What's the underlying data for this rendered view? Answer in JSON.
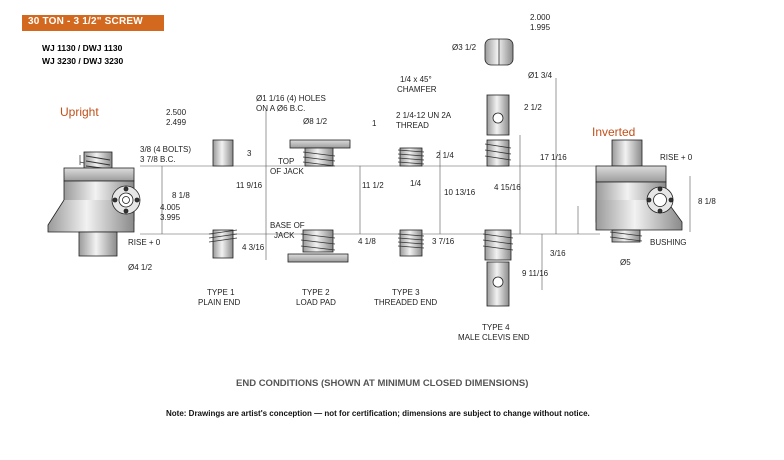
{
  "header": {
    "title": "30 TON - 3 1/2\" SCREW",
    "models": [
      "WJ 1130 / DWJ 1130",
      "WJ 3230 / DWJ 3230"
    ],
    "accent_color": "#d2691e"
  },
  "views": {
    "upright": "Upright",
    "inverted": "Inverted"
  },
  "dims": {
    "shaft_od_max": "2.500",
    "shaft_od_min": "2.499",
    "dia_small": "Ø3 1/2",
    "width_max": "2.000",
    "width_min": "1.995",
    "dia_13_4": "Ø1 3/4",
    "bolts": "3/8 (4 BOLTS)",
    "bc": "3 7/8 B.C.",
    "h3": "3",
    "holes_l1": "Ø1 1/16 (4) HOLES",
    "holes_l2": "ON A Ø6 B.C.",
    "pad_dia": "Ø8 1/2",
    "pad_1": "1",
    "thread_l1": "2 1/4-12 UN 2A",
    "thread_l2": "THREAD",
    "chamfer_l1": "1/4  x 45°",
    "chamfer_l2": "CHAMFER",
    "clevis_2_1_2": "2 1/2",
    "top_of_jack_1": "TOP",
    "top_of_jack_2": "OF JACK",
    "d_11_9_16": "11 9/16",
    "d_11_1_2": "11 1/2",
    "d_2_1_4": "2 1/4",
    "d_1_4": "1/4",
    "d_10_13_16": "10 13/16",
    "d_4_15_16": "4 15/16",
    "d_17_1_16": "17 1/16",
    "d_8_1_8": "8 1/8",
    "base_max": "4.005",
    "base_min": "3.995",
    "base_of_jack_1": "BASE OF",
    "base_of_jack_2": "JACK",
    "rise": "RISE + 0",
    "dia_4_1_2": "Ø4 1/2",
    "d_4_3_16": "4 3/16",
    "d_4_1_8": "4 1/8",
    "d_3_7_16": "3 7/16",
    "d_3_16": "3/16",
    "d_9_11_16": "9 11/16",
    "dia_5": "Ø5",
    "bushing": "BUSHING"
  },
  "types": [
    {
      "name": "TYPE 1",
      "desc": "PLAIN END"
    },
    {
      "name": "TYPE 2",
      "desc": "LOAD PAD"
    },
    {
      "name": "TYPE 3",
      "desc": "THREADED END"
    },
    {
      "name": "TYPE 4",
      "desc": "MALE CLEVIS END"
    }
  ],
  "captions": {
    "end_conditions": "END CONDITIONS (SHOWN AT MINIMUM CLOSED DIMENSIONS)",
    "note": "Note: Drawings are artist's conception — not for certification; dimensions are subject to change without notice."
  }
}
